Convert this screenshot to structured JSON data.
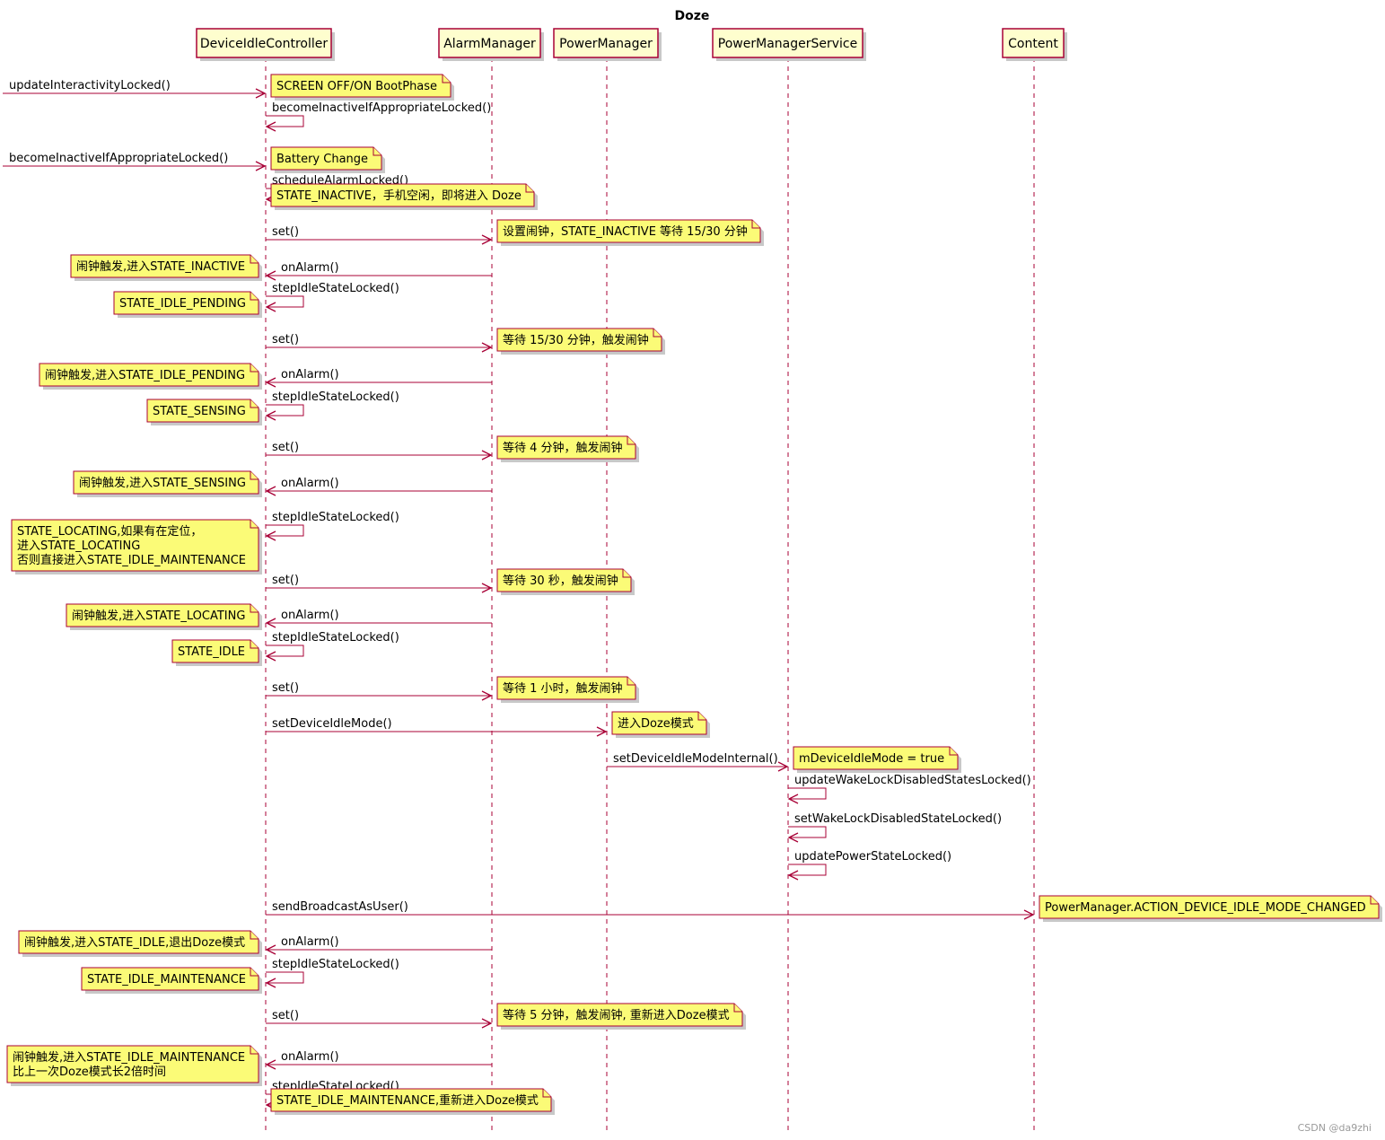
{
  "title": "Doze",
  "watermark": "CSDN @da9zhi",
  "colors": {
    "line": "#A80036",
    "participant_fill": "#FEFECE",
    "note_fill": "#FBFB77"
  },
  "participants": [
    {
      "id": "dic",
      "name": "DeviceIdleController"
    },
    {
      "id": "am",
      "name": "AlarmManager"
    },
    {
      "id": "pm",
      "name": "PowerManager"
    },
    {
      "id": "pms",
      "name": "PowerManagerService"
    },
    {
      "id": "content",
      "name": "Content"
    }
  ],
  "events": [
    {
      "type": "message",
      "from": "external",
      "to": "dic",
      "label": "updateInteractivityLocked()"
    },
    {
      "type": "note",
      "side": "right",
      "of": "dic",
      "text": "SCREEN OFF/ON BootPhase"
    },
    {
      "type": "message",
      "from": "dic",
      "to": "dic",
      "label": "becomeInactiveIfAppropriateLocked()"
    },
    {
      "type": "message",
      "from": "external",
      "to": "dic",
      "label": "becomeInactiveIfAppropriateLocked()"
    },
    {
      "type": "note",
      "side": "right",
      "of": "dic",
      "text": "Battery Change"
    },
    {
      "type": "message",
      "from": "dic",
      "to": "dic",
      "label": "scheduleAlarmLocked()"
    },
    {
      "type": "note",
      "side": "right",
      "of": "dic",
      "text": "STATE_INACTIVE，手机空闲，即将进入 Doze"
    },
    {
      "type": "message",
      "from": "dic",
      "to": "am",
      "label": "set()"
    },
    {
      "type": "note",
      "side": "right",
      "of": "am",
      "text": "设置闹钟，STATE_INACTIVE 等待 15/30 分钟"
    },
    {
      "type": "message",
      "from": "am",
      "to": "dic",
      "label": "onAlarm()"
    },
    {
      "type": "note",
      "side": "left",
      "of": "dic",
      "text": "闹钟触发,进入STATE_INACTIVE"
    },
    {
      "type": "message",
      "from": "dic",
      "to": "dic",
      "label": "stepIdleStateLocked()"
    },
    {
      "type": "note",
      "side": "left",
      "of": "dic",
      "text": "STATE_IDLE_PENDING"
    },
    {
      "type": "message",
      "from": "dic",
      "to": "am",
      "label": "set()"
    },
    {
      "type": "note",
      "side": "right",
      "of": "am",
      "text": "等待 15/30 分钟，触发闹钟"
    },
    {
      "type": "message",
      "from": "am",
      "to": "dic",
      "label": "onAlarm()"
    },
    {
      "type": "note",
      "side": "left",
      "of": "dic",
      "text": "闹钟触发,进入STATE_IDLE_PENDING"
    },
    {
      "type": "message",
      "from": "dic",
      "to": "dic",
      "label": "stepIdleStateLocked()"
    },
    {
      "type": "note",
      "side": "left",
      "of": "dic",
      "text": "STATE_SENSING"
    },
    {
      "type": "message",
      "from": "dic",
      "to": "am",
      "label": "set()"
    },
    {
      "type": "note",
      "side": "right",
      "of": "am",
      "text": "等待 4 分钟，触发闹钟"
    },
    {
      "type": "message",
      "from": "am",
      "to": "dic",
      "label": "onAlarm()"
    },
    {
      "type": "note",
      "side": "left",
      "of": "dic",
      "text": "闹钟触发,进入STATE_SENSING"
    },
    {
      "type": "message",
      "from": "dic",
      "to": "dic",
      "label": "stepIdleStateLocked()"
    },
    {
      "type": "note",
      "side": "left",
      "of": "dic",
      "text": "STATE_LOCATING,如果有在定位，\n进入STATE_LOCATING\n否则直接进入STATE_IDLE_MAINTENANCE"
    },
    {
      "type": "message",
      "from": "dic",
      "to": "am",
      "label": "set()"
    },
    {
      "type": "note",
      "side": "right",
      "of": "am",
      "text": "等待 30 秒，触发闹钟"
    },
    {
      "type": "message",
      "from": "am",
      "to": "dic",
      "label": "onAlarm()"
    },
    {
      "type": "note",
      "side": "left",
      "of": "dic",
      "text": "闹钟触发,进入STATE_LOCATING"
    },
    {
      "type": "message",
      "from": "dic",
      "to": "dic",
      "label": "stepIdleStateLocked()"
    },
    {
      "type": "note",
      "side": "left",
      "of": "dic",
      "text": "STATE_IDLE"
    },
    {
      "type": "message",
      "from": "dic",
      "to": "am",
      "label": "set()"
    },
    {
      "type": "note",
      "side": "right",
      "of": "am",
      "text": "等待 1 小时，触发闹钟"
    },
    {
      "type": "message",
      "from": "dic",
      "to": "pm",
      "label": "setDeviceIdleMode()"
    },
    {
      "type": "note",
      "side": "right",
      "of": "pm",
      "text": "进入Doze模式"
    },
    {
      "type": "message",
      "from": "pm",
      "to": "pms",
      "label": "setDeviceIdleModeInternal()"
    },
    {
      "type": "note",
      "side": "right",
      "of": "pms",
      "text": "mDeviceIdleMode = true"
    },
    {
      "type": "message",
      "from": "pms",
      "to": "pms",
      "label": "updateWakeLockDisabledStatesLocked()"
    },
    {
      "type": "message",
      "from": "pms",
      "to": "pms",
      "label": "setWakeLockDisabledStateLocked()"
    },
    {
      "type": "message",
      "from": "pms",
      "to": "pms",
      "label": "updatePowerStateLocked()"
    },
    {
      "type": "message",
      "from": "dic",
      "to": "content",
      "label": "sendBroadcastAsUser()"
    },
    {
      "type": "note",
      "side": "right",
      "of": "content",
      "text": "PowerManager.ACTION_DEVICE_IDLE_MODE_CHANGED"
    },
    {
      "type": "message",
      "from": "am",
      "to": "dic",
      "label": "onAlarm()"
    },
    {
      "type": "note",
      "side": "left",
      "of": "dic",
      "text": "闹钟触发,进入STATE_IDLE,退出Doze模式"
    },
    {
      "type": "message",
      "from": "dic",
      "to": "dic",
      "label": "stepIdleStateLocked()"
    },
    {
      "type": "note",
      "side": "left",
      "of": "dic",
      "text": "STATE_IDLE_MAINTENANCE"
    },
    {
      "type": "message",
      "from": "dic",
      "to": "am",
      "label": "set()"
    },
    {
      "type": "note",
      "side": "right",
      "of": "am",
      "text": "等待 5 分钟，触发闹钟, 重新进入Doze模式"
    },
    {
      "type": "message",
      "from": "am",
      "to": "dic",
      "label": "onAlarm()"
    },
    {
      "type": "note",
      "side": "left",
      "of": "dic",
      "text": "闹钟触发,进入STATE_IDLE_MAINTENANCE\n比上一次Doze模式长2倍时间"
    },
    {
      "type": "message",
      "from": "dic",
      "to": "dic",
      "label": "stepIdleStateLocked()"
    },
    {
      "type": "note",
      "side": "right",
      "of": "dic",
      "text": "STATE_IDLE_MAINTENANCE,重新进入Doze模式"
    }
  ]
}
